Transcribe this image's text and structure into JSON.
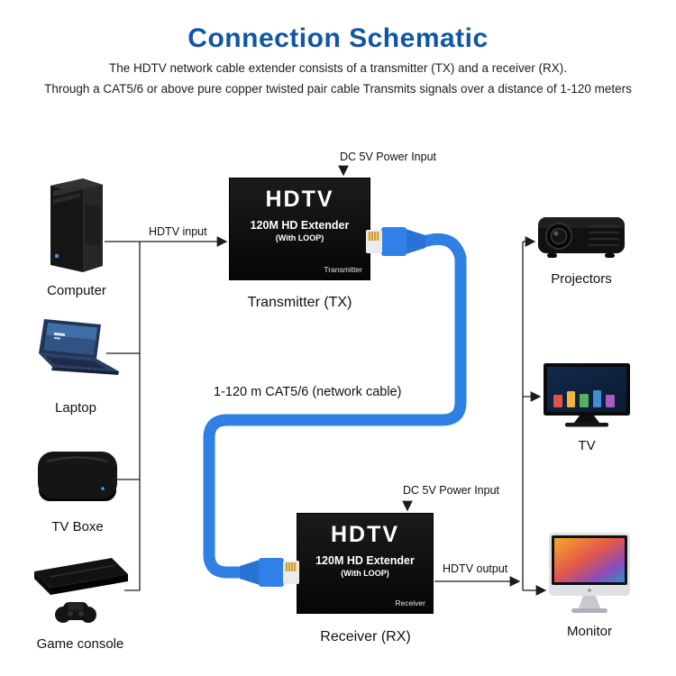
{
  "header": {
    "title": "Connection Schematic",
    "subtitle1": "The HDTV network cable extender consists of a transmitter (TX) and a receiver (RX).",
    "subtitle2": "Through a CAT5/6 or above pure copper twisted pair cable Transmits signals over a distance of 1-120 meters"
  },
  "sources": {
    "computer": "Computer",
    "laptop": "Laptop",
    "tvbox": "TV Boxe",
    "console": "Game console"
  },
  "outputs": {
    "projectors": "Projectors",
    "tv": "TV",
    "monitor": "Monitor"
  },
  "transmitter": {
    "brand": "HDTV",
    "line1": "120M HD Extender",
    "line2": "(With LOOP)",
    "tag": "Transmitter",
    "caption": "Transmitter (TX)",
    "power_label": "DC 5V Power Input",
    "input_label": "HDTV input"
  },
  "receiver": {
    "brand": "HDTV",
    "line1": "120M HD Extender",
    "line2": "(With LOOP)",
    "tag": "Receiver",
    "caption": "Receiver (RX)",
    "power_label": "DC 5V Power Input",
    "output_label": "HDTV output"
  },
  "cable": {
    "label": "1-120 m CAT5/6 (network cable)",
    "color": "#2e80e4"
  },
  "colors": {
    "title_blue": "#1156a5",
    "cable_blue": "#2e80e4",
    "box_black": "#0a0a0a",
    "line_black": "#1c1c1c"
  }
}
